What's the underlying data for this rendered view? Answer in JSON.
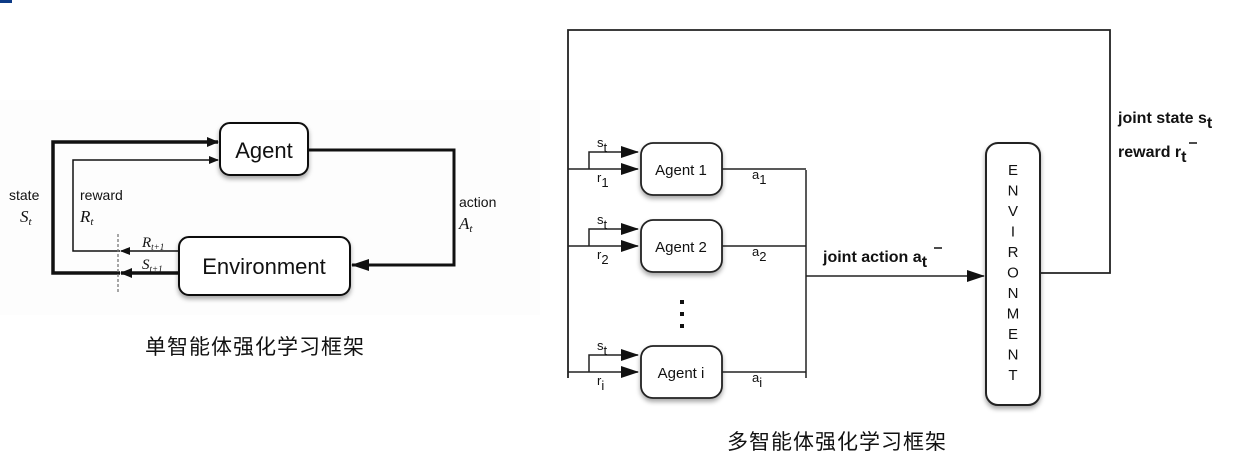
{
  "colors": {
    "corner_mark": "#0d3b86",
    "stroke": "#111111",
    "box_fill": "#ffffff",
    "dashed": "#777777"
  },
  "single_agent": {
    "caption": "单智能体强化学习框架",
    "agent_label": "Agent",
    "environment_label": "Environment",
    "state_label": "state",
    "state_symbol": "S",
    "state_sub": "t",
    "reward_label": "reward",
    "reward_symbol": "R",
    "reward_sub": "t",
    "action_label": "action",
    "action_symbol": "A",
    "action_sub": "t",
    "next_reward_symbol": "R",
    "next_reward_sub": "t+1",
    "next_state_symbol": "S",
    "next_state_sub": "t+1"
  },
  "multi_agent": {
    "caption": "多智能体强化学习框架",
    "agents": [
      {
        "label": "Agent 1",
        "state_in": "s",
        "state_sub": "t",
        "reward_in": "r",
        "reward_sub": "1",
        "action_out": "a",
        "action_sub": "1"
      },
      {
        "label": "Agent 2",
        "state_in": "s",
        "state_sub": "t",
        "reward_in": "r",
        "reward_sub": "2",
        "action_out": "a",
        "action_sub": "2"
      },
      {
        "label": "Agent i",
        "state_in": "s",
        "state_sub": "t",
        "reward_in": "r",
        "reward_sub": "i",
        "action_out": "a",
        "action_sub": "i"
      }
    ],
    "ellipsis": "⋮",
    "joint_action_label": "joint action ",
    "joint_action_symbol": "a",
    "joint_action_sub": "t",
    "environment_letters": [
      "E",
      "N",
      "V",
      "I",
      "R",
      "O",
      "N",
      "M",
      "E",
      "N",
      "T"
    ],
    "joint_state_label": "joint state s",
    "joint_state_sub": "t",
    "reward_label": "reward ",
    "reward_symbol": "r",
    "reward_sub": "t"
  }
}
